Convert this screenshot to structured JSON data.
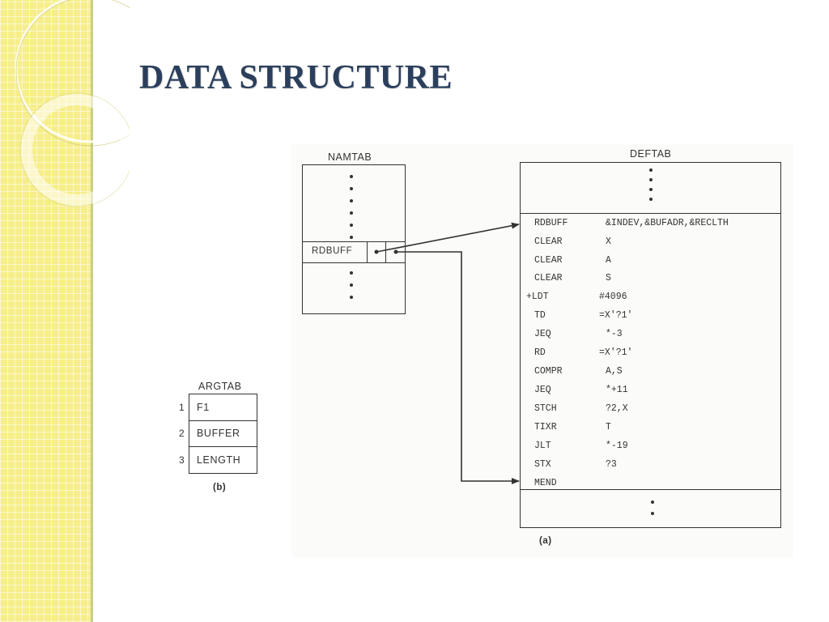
{
  "slide": {
    "title": "DATA STRUCTURE"
  },
  "namtab": {
    "label": "NAMTAB",
    "entry_name": "RDBUFF"
  },
  "deftab": {
    "label": "DEFTAB",
    "lines": [
      {
        "op": "RDBUFF",
        "arg": "&INDEV,&BUFADR,&RECLTH"
      },
      {
        "op": "CLEAR",
        "arg": "X"
      },
      {
        "op": "CLEAR",
        "arg": "A"
      },
      {
        "op": "CLEAR",
        "arg": "S"
      },
      {
        "op": "+LDT",
        "arg": "#4096"
      },
      {
        "op": "TD",
        "arg": "=X'?1'"
      },
      {
        "op": "JEQ",
        "arg": "*-3"
      },
      {
        "op": "RD",
        "arg": "=X'?1'"
      },
      {
        "op": "COMPR",
        "arg": "A,S"
      },
      {
        "op": "JEQ",
        "arg": "*+11"
      },
      {
        "op": "STCH",
        "arg": "?2,X"
      },
      {
        "op": "TIXR",
        "arg": "T"
      },
      {
        "op": "JLT",
        "arg": "*-19"
      },
      {
        "op": "STX",
        "arg": "?3"
      },
      {
        "op": "MEND",
        "arg": ""
      }
    ]
  },
  "argtab": {
    "label": "ARGTAB",
    "rows": [
      {
        "index": "1",
        "value": "F1"
      },
      {
        "index": "2",
        "value": "BUFFER"
      },
      {
        "index": "3",
        "value": "LENGTH"
      }
    ]
  },
  "captions": {
    "a": "(a)",
    "b": "(b)"
  },
  "colors": {
    "title": "#2b3f5c",
    "strip": "#f6ee8a",
    "ink": "#333333"
  }
}
